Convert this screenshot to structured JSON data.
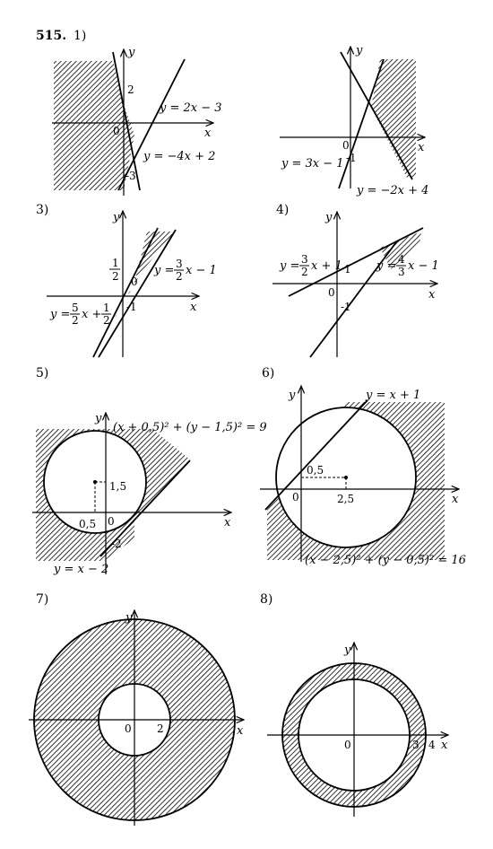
{
  "header": {
    "problem": "515.",
    "first_part": "1)"
  },
  "panels": {
    "p1": {
      "x": "x",
      "y": "y",
      "origin": "0",
      "n2": "2",
      "nm3": "-3",
      "line_a": "y = 2x − 3",
      "line_b": "y = −4x + 2"
    },
    "p2": {
      "x": "x",
      "y": "y",
      "origin": "0",
      "nm1": "-1",
      "line_a": "y = 3x − 1",
      "line_b": "y = −2x + 4"
    },
    "p3": {
      "label": "3)",
      "x": "x",
      "y": "y",
      "origin": "0",
      "half_num": "1",
      "half_den": "2",
      "nm1": "-1",
      "line_a_pre": "y =",
      "line_a_num": "3",
      "line_a_den": "2",
      "line_a_post": "x − 1",
      "line_b_pre": "y =",
      "line_b_num": "5",
      "line_b_den": "2",
      "line_b_mid": "x +",
      "line_b_num2": "1",
      "line_b_den2": "2"
    },
    "p4": {
      "label": "4)",
      "x": "x",
      "y": "y",
      "origin": "0",
      "n1": "1",
      "nm1": "-1",
      "line_a_pre": "y =",
      "line_a_num": "3",
      "line_a_den": "2",
      "line_a_post": "x + 1",
      "line_b_pre": "y =",
      "line_b_num": "4",
      "line_b_den": "3",
      "line_b_post": "x − 1"
    },
    "p5": {
      "label": "5)",
      "x": "x",
      "y": "y",
      "origin": "0",
      "n15": "1,5",
      "n05": "0,5",
      "nm2": "-2",
      "circle": "(x + 0,5)² + (y − 1,5)² = 9",
      "line": "y = x − 2"
    },
    "p6": {
      "label": "6)",
      "x": "x",
      "y": "y",
      "origin": "0",
      "n05": "0,5",
      "n25": "2,5",
      "circle": "(x − 2,5)² + (y − 0,5)² = 16",
      "line": "y = x + 1"
    },
    "p7": {
      "label": "7)",
      "x": "x",
      "y": "y",
      "origin": "0",
      "n2": "2"
    },
    "p8": {
      "label": "8)",
      "x": "x",
      "y": "y",
      "origin": "0",
      "n3": "3",
      "n4": "4"
    }
  }
}
